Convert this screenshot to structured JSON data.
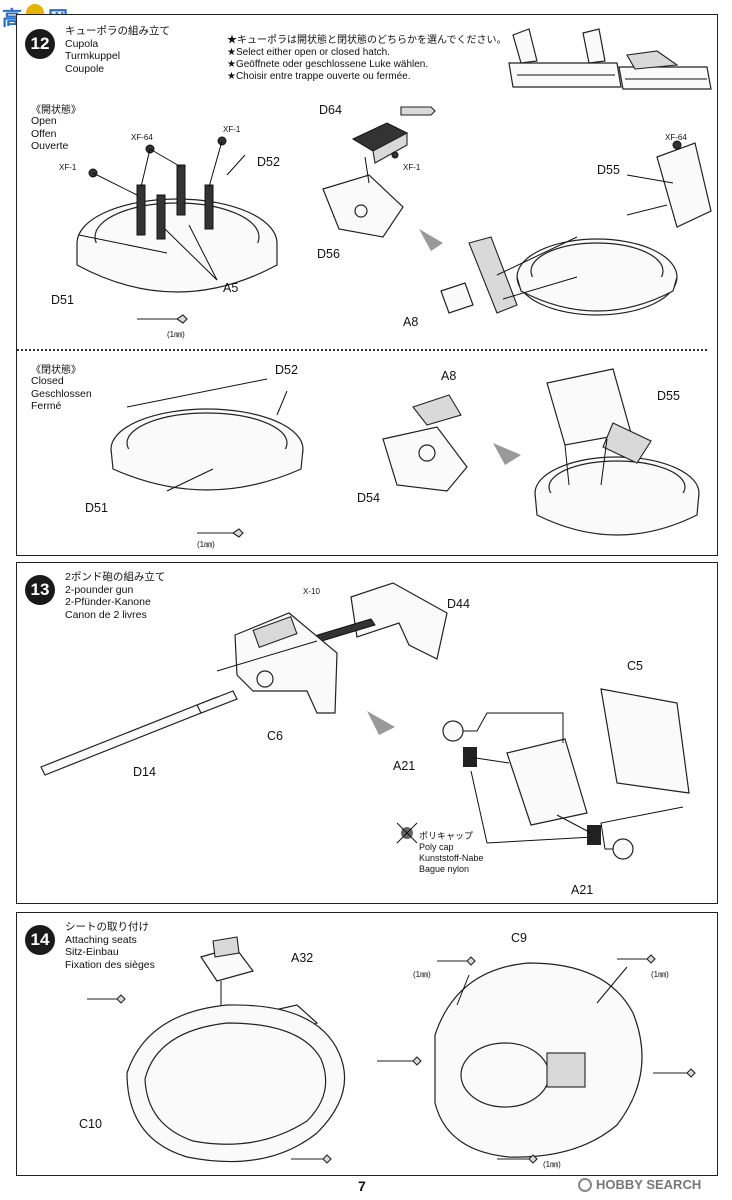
{
  "watermark_top": "高",
  "watermark_top2": "网",
  "page_number": "7",
  "footer_logo_text": "HOBBY SEARCH",
  "step12": {
    "number": "12",
    "title_jp": "キューポラの組み立て",
    "title_en": "Cupola",
    "title_de": "Turmkuppel",
    "title_fr": "Coupole",
    "note_jp": "★キューポラは開状態と閉状態のどちらかを選んでください。",
    "note_en": "★Select either open or closed hatch.",
    "note_de": "★Geöffnete oder geschlossene Luke wählen.",
    "note_fr": "★Choisir entre trappe ouverte ou fermée.",
    "open_jp": "《開状態》",
    "open_en": "Open",
    "open_de": "Offen",
    "open_fr": "Ouverte",
    "closed_jp": "《閉状態》",
    "closed_en": "Closed",
    "closed_de": "Geschlossen",
    "closed_fr": "Fermé",
    "labels": {
      "xf64_a": "XF-64",
      "xf1_a": "XF-1",
      "xf1_b": "XF-1",
      "d52_open": "D52",
      "d51_open": "D51",
      "a5": "A5",
      "mm_open": "(1㎜)",
      "d64": "D64",
      "xf1_c": "XF-1",
      "d56": "D56",
      "d55_open": "D55",
      "xf64_b": "XF-64",
      "a8_open": "A8",
      "d52_closed": "D52",
      "d51_closed": "D51",
      "mm_closed": "(1㎜)",
      "a8_closed": "A8",
      "d54": "D54",
      "d55_closed": "D55"
    }
  },
  "step13": {
    "number": "13",
    "title_jp": "2ポンド砲の組み立て",
    "title_en": "2-pounder gun",
    "title_de": "2-Pfünder-Kanone",
    "title_fr": "Canon de 2 livres",
    "labels": {
      "x10": "X-10",
      "d44": "D44",
      "c6": "C6",
      "d14": "D14",
      "c5": "C5",
      "a21_a": "A21",
      "a21_b": "A21"
    },
    "polycap_jp": "ポリキャップ",
    "polycap_en": "Poly cap",
    "polycap_de": "Kunststoff-Nabe",
    "polycap_fr": "Bague nylon"
  },
  "step14": {
    "number": "14",
    "title_jp": "シートの取り付け",
    "title_en": "Attaching seats",
    "title_de": "Sitz-Einbau",
    "title_fr": "Fixation des sièges",
    "labels": {
      "a32": "A32",
      "c10": "C10",
      "c9": "C9",
      "mm_a": "(1㎜)",
      "mm_b": "(1㎜)",
      "mm_c": "(1㎜)"
    }
  }
}
